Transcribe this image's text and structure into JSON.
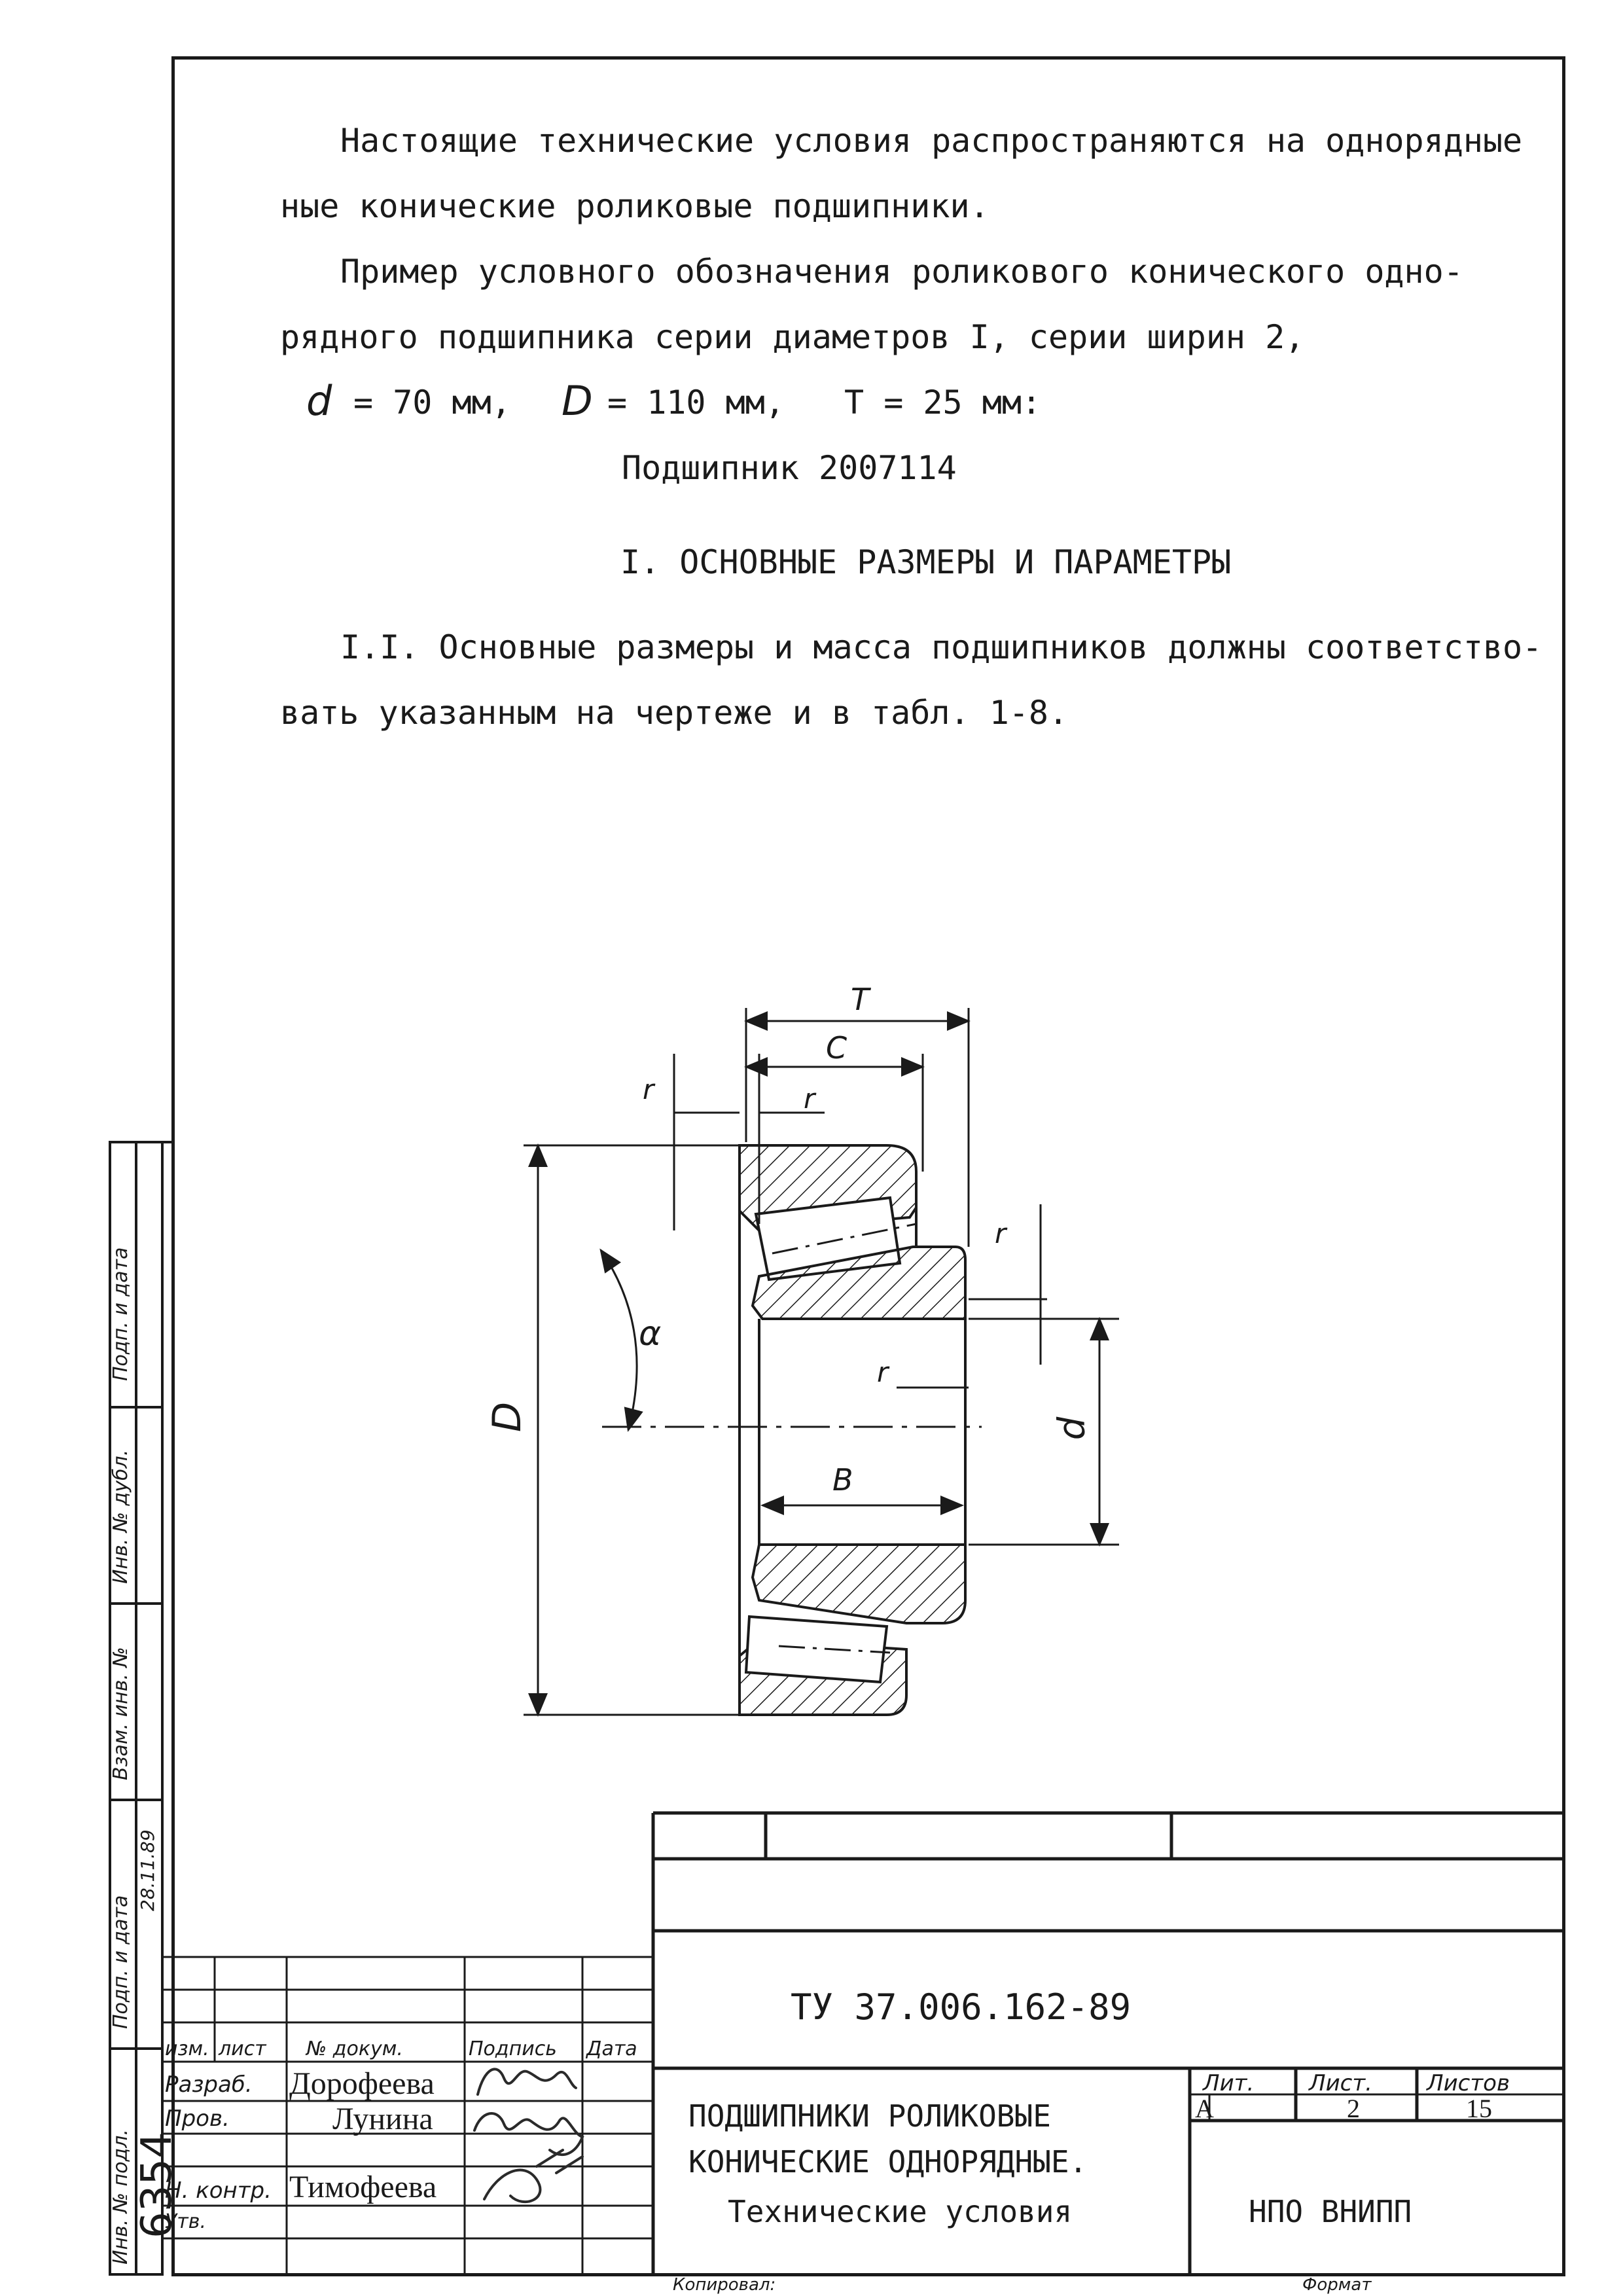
{
  "body": {
    "para1_line1": "Настоящие технические условия распространяются на однорядные",
    "para1_line2": "ные конические роликовые подшипники.",
    "para2_line1": "Пример условного обозначения роликового конического одно-",
    "para2_line2": "рядного подшипника серии диаметров I, серии ширин 2,",
    "dims_d_sym": "d",
    "dims_d_val": "= 70 мм,",
    "dims_D_sym": "D",
    "dims_D_val": "= 110 мм,",
    "dims_T": "T = 25 мм:",
    "designation": "Подшипник 2007114",
    "section_title": "I. ОСНОВНЫЕ РАЗМЕРЫ И ПАРАМЕТРЫ",
    "para3_line1": "I.I. Основные размеры и масса подшипников должны соответство-",
    "para3_line2": "вать указанным на чертеже и в табл. 1-8."
  },
  "drawing": {
    "label_T": "T",
    "label_C": "C",
    "label_r": "r",
    "label_alpha": "α",
    "label_D": "D",
    "label_d": "d",
    "label_B": "B"
  },
  "side_stamp": {
    "f1": "Подп. и дата",
    "f2": "Инв. № дубл.",
    "f3": "Взам. инв. №",
    "f4": "Подп. и дата",
    "f5": "Инв. № подл.",
    "sign_date": "28.11.89",
    "inv_number": "6354"
  },
  "title_block": {
    "doc_code": "ТУ 37.006.162-89",
    "col_izm": "изм.",
    "col_list": "лист",
    "col_doc": "№ докум.",
    "col_sign": "Подпись",
    "col_date": "Дата",
    "role_dev": "Разраб.",
    "role_check": "Пров.",
    "role_norm": "Н. контр.",
    "role_appr": "Утв.",
    "name_dev": "Дорофеева",
    "name_check": "Лунина",
    "name_norm": "Тимофеева",
    "title_line1": "ПОДШИПНИКИ РОЛИКОВЫЕ",
    "title_line2": "КОНИЧЕСКИЕ ОДНОРЯДНЫЕ.",
    "title_line3": "Технические условия",
    "lit_label": "Лит.",
    "sheet_label": "Лист.",
    "sheets_label": "Листов",
    "lit_value": "А",
    "sheet_value": "2",
    "sheets_value": "15",
    "org": "НПО ВНИПП"
  },
  "footer": {
    "copied": "Копировал:",
    "format": "Формат"
  }
}
